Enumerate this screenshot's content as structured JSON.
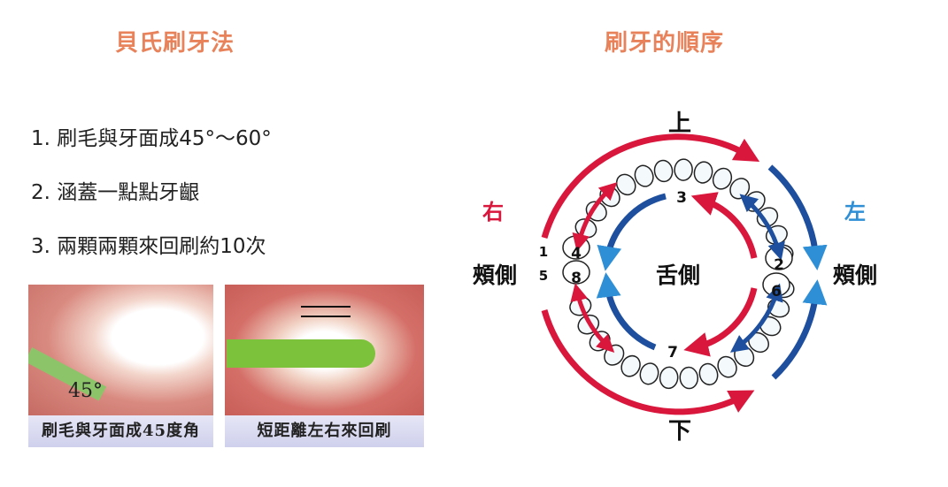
{
  "left": {
    "title": "貝氏刷牙法",
    "steps": [
      "1. 刷毛與牙面成45°～60°",
      "2. 涵蓋一點點牙齦",
      "3. 兩顆兩顆來回刷約10次"
    ],
    "photos": [
      {
        "caption": "刷毛與牙面成45度角",
        "angle_label": "45°"
      },
      {
        "caption": "短距離左右來回刷"
      }
    ]
  },
  "right": {
    "title": "刷牙的順序",
    "labels": {
      "top": "上",
      "bottom": "下",
      "right_side": "右",
      "left_side": "左",
      "buccal_left": "頰側",
      "buccal_right": "頰側",
      "lingual": "舌側"
    },
    "numbers": [
      "1",
      "2",
      "3",
      "4",
      "5",
      "6",
      "7",
      "8"
    ]
  },
  "colors": {
    "title": "#e8825a",
    "red": "#d9163c",
    "blue": "#1d4f9e",
    "light_blue": "#2f8fd6"
  }
}
